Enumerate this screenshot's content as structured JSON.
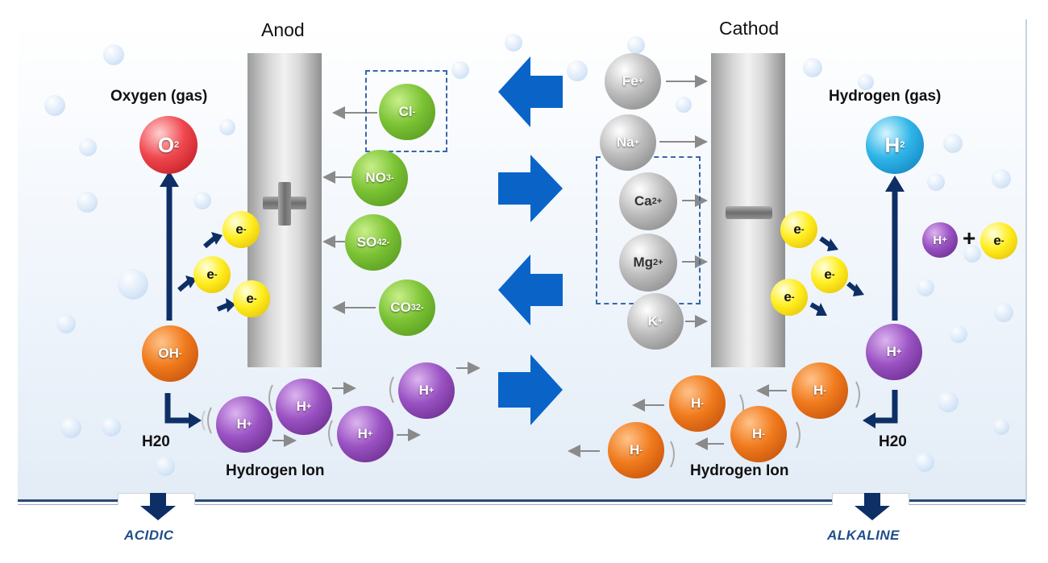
{
  "titles": {
    "anode": "Anod",
    "cathode": "Cathod"
  },
  "labels": {
    "oxygen_gas": "Oxygen (gas)",
    "hydrogen_gas": "Hydrogen (gas)",
    "water_left": "H20",
    "water_right": "H20",
    "hydrogen_ion_left": "Hydrogen Ion",
    "hydrogen_ion_right": "Hydrogen Ion",
    "acidic": "ACIDIC",
    "alkaline": "ALKALINE",
    "plus_sign": "+"
  },
  "anions": {
    "cl": "Cl",
    "cl_sup": "-",
    "no3": "NO",
    "no3_sub": "3",
    "no3_sup": "-",
    "so4": "SO",
    "so4_sub": "4",
    "so4_sup": "2-",
    "co3": "CO",
    "co3_sub": "3",
    "co3_sup": "2-"
  },
  "cations": {
    "fe": "Fe",
    "fe_sup": "+",
    "na": "Na",
    "na_sup": "+",
    "ca": "Ca",
    "ca_sup": "2+",
    "mg": "Mg",
    "mg_sup": "2+",
    "k": "K",
    "k_sup": "+"
  },
  "molecules": {
    "o2": "O",
    "o2_sub": "2",
    "h2": "H",
    "h2_sub": "2",
    "oh": "OH",
    "oh_sup": "-"
  },
  "particles": {
    "h_plus": "H",
    "h_plus_sup": "+",
    "h_minus": "H",
    "h_minus_sup": "-",
    "electron": "e",
    "electron_sup": "-"
  },
  "colors": {
    "anion": "#7cc335",
    "cation": "#bdbdbd",
    "h_plus": "#9a52c3",
    "h_minus": "#f07a1c",
    "electron": "#ffee20",
    "oxygen": "#f0474e",
    "hydrogen": "#2fb5e8",
    "arrow": "#0a64c8",
    "flow_arrow": "#0e2f66"
  }
}
